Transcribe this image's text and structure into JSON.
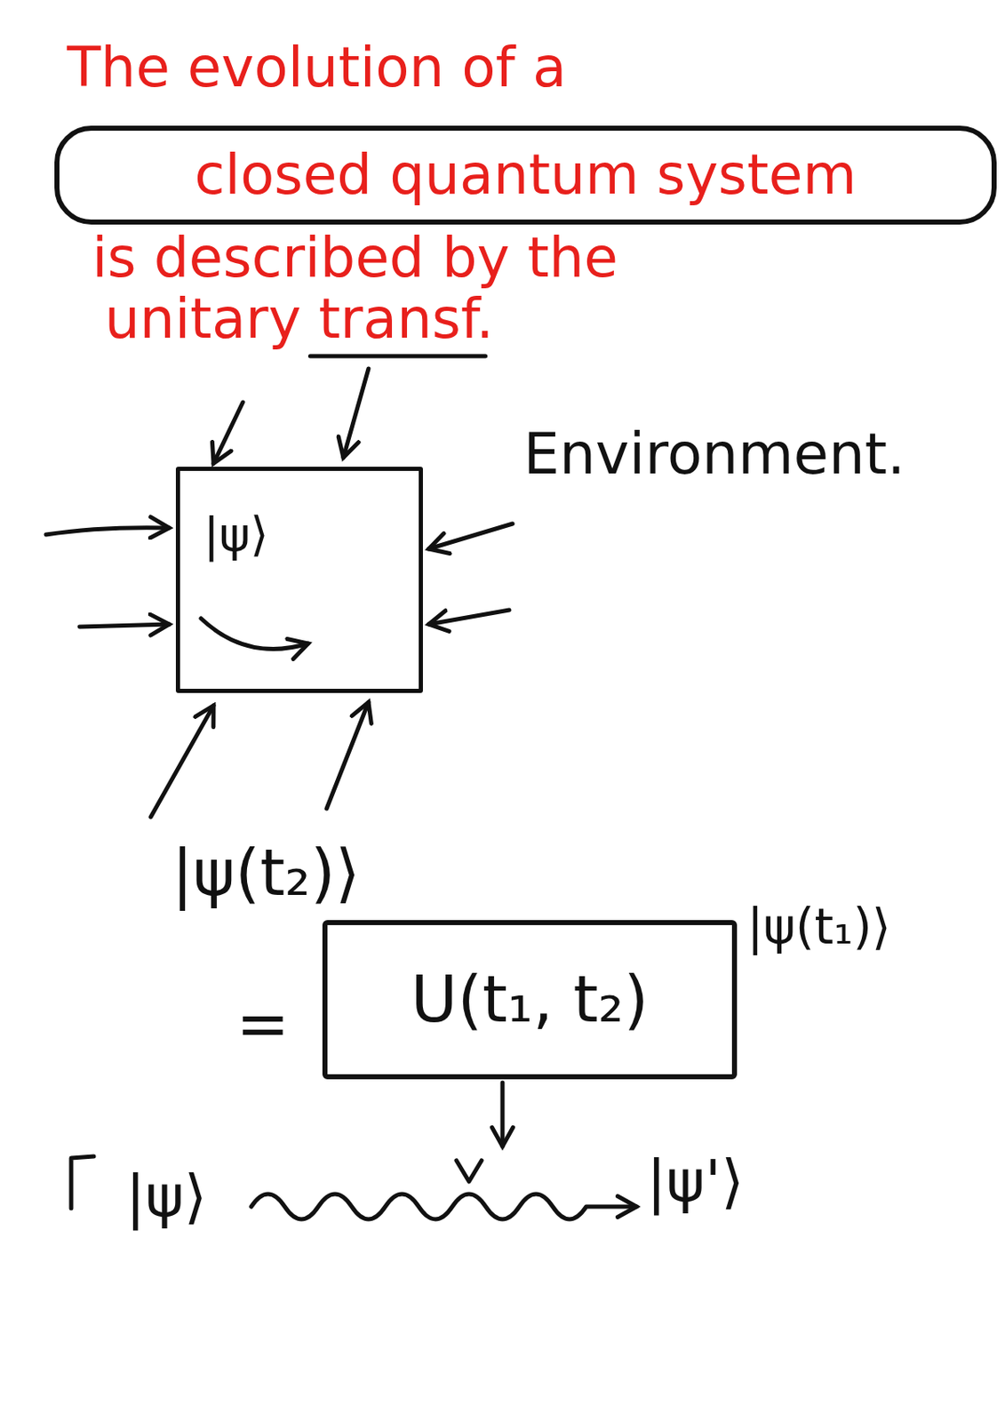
{
  "diagram": {
    "nodes": [
      {
        "text": [
          "closed quantum system"
        ]
      },
      {
        "text": [
          "|ψ⟩"
        ]
      },
      {
        "text": [
          "U(t₁, t₂)"
        ]
      }
    ],
    "labels": [
      "The evolution of a",
      "is described by the",
      "unitary transf.",
      "Environment.",
      "|ψ(t₂)⟩",
      "=",
      "|ψ(t₁)⟩",
      "|ψ⟩",
      "|ψ'⟩"
    ]
  }
}
